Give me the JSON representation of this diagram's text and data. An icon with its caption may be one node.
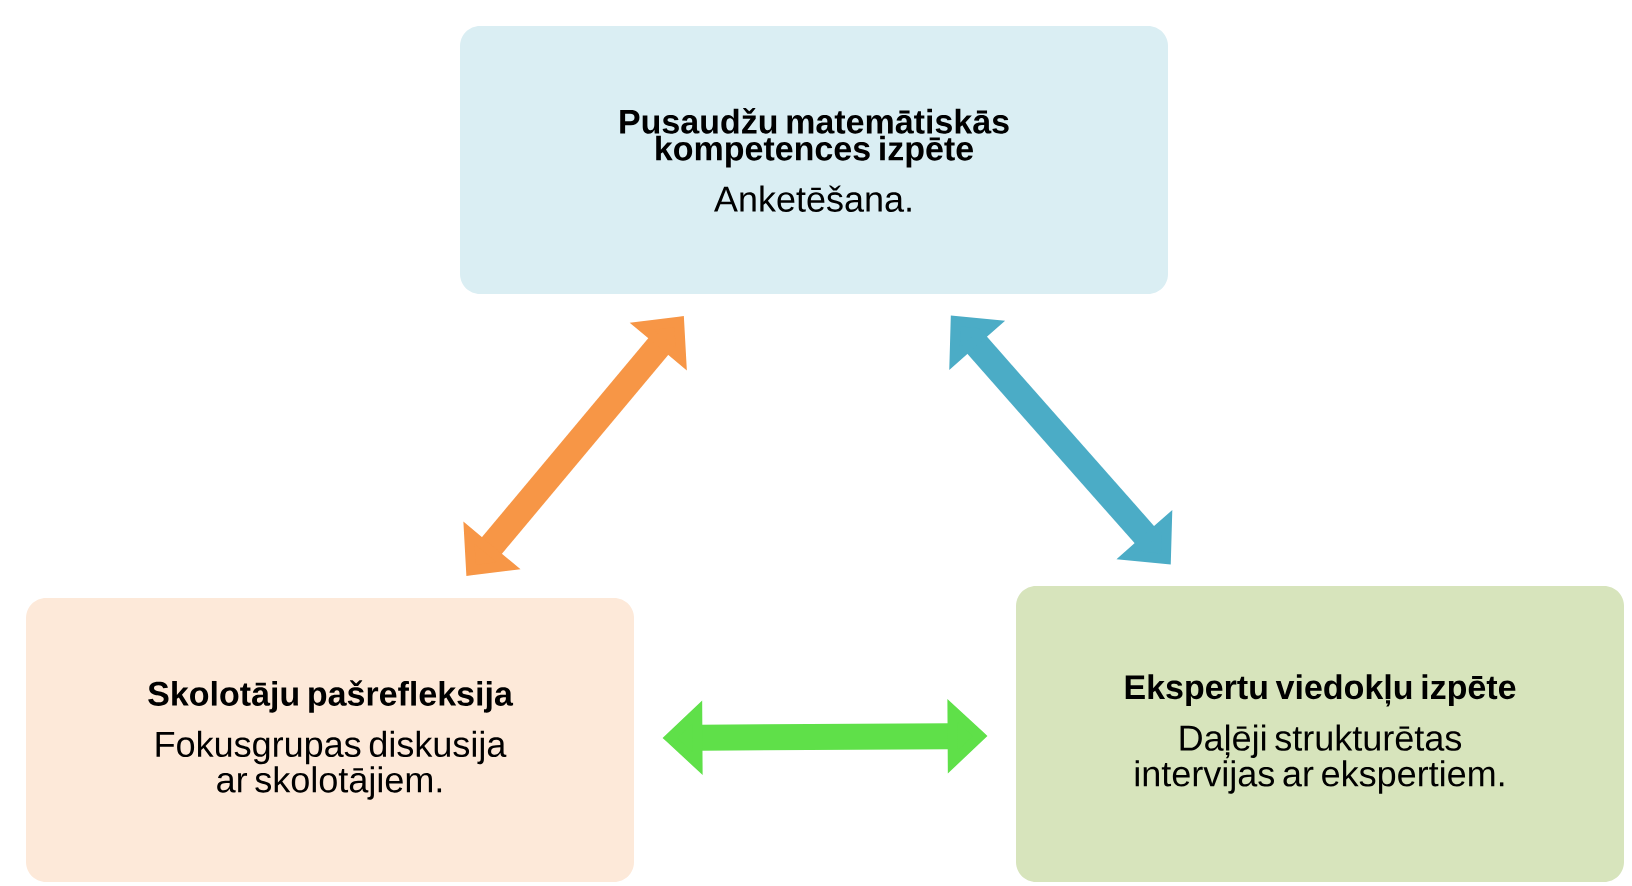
{
  "diagram": {
    "nodes": [
      {
        "text": [
          "Pusaudžu matemātiskās kompetences izpēte",
          "Anketēšana."
        ]
      },
      {
        "text": [
          "Skolotāju pašrefleksija",
          "Fokusgrupas diskusija ar skolotājiem."
        ]
      },
      {
        "text": [
          "Ekspertu viedokļu izpēte",
          "Daļēji strukturētas intervijas ar ekspertiem."
        ]
      }
    ],
    "edges": [
      {
        "from": 0,
        "to": 1,
        "arrow": "both",
        "color": "#f79646"
      },
      {
        "from": 0,
        "to": 2,
        "arrow": "both",
        "color": "#4bacc6"
      },
      {
        "from": 1,
        "to": 2,
        "arrow": "both",
        "color": "#5fe049"
      }
    ]
  }
}
